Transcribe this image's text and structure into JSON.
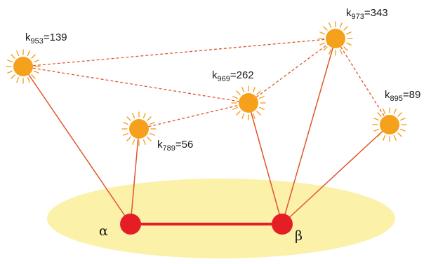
{
  "colors": {
    "plane": "#fbf1a9",
    "sun_fill": "#f5a11c",
    "sun_ray": "#f29a1a",
    "connector": "#e0562b",
    "dashed": "#e0562b",
    "node": "#e51e25",
    "bond": "#e51e25"
  },
  "nodes": [
    {
      "id": "alpha",
      "label": "α"
    },
    {
      "id": "beta",
      "label": "β"
    }
  ],
  "suns": [
    {
      "id": "k953",
      "k_prefix": "k",
      "k_sub": "953",
      "value_text": "=139"
    },
    {
      "id": "k789",
      "k_prefix": "k",
      "k_sub": "789",
      "value_text": "=56"
    },
    {
      "id": "k969",
      "k_prefix": "k",
      "k_sub": "969",
      "value_text": "=262"
    },
    {
      "id": "k973",
      "k_prefix": "k",
      "k_sub": "973",
      "value_text": "=343"
    },
    {
      "id": "k895",
      "k_prefix": "k",
      "k_sub": "895",
      "value_text": "=89"
    }
  ]
}
